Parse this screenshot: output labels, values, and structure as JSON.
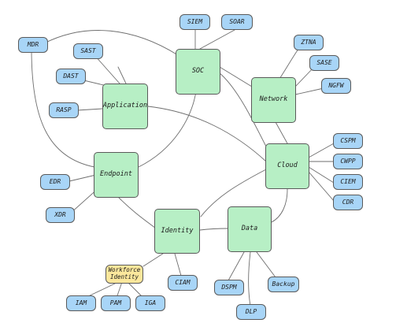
{
  "nodes": {
    "soc": "SOC",
    "application": "Application",
    "network": "Network",
    "endpoint": "Endpoint",
    "cloud": "Cloud",
    "identity": "Identity",
    "data": "Data",
    "siem": "SIEM",
    "soar": "SOAR",
    "mdr": "MDR",
    "sast": "SAST",
    "dast": "DAST",
    "rasp": "RASP",
    "ztna": "ZTNA",
    "sase": "SASE",
    "ngfw": "NGFW",
    "cspm": "CSPM",
    "cwpp": "CWPP",
    "ciem": "CIEM",
    "cdr": "CDR",
    "edr": "EDR",
    "xdr": "XDR",
    "workforce_identity": "Workforce Identity",
    "iam": "IAM",
    "pam": "PAM",
    "iga": "IGA",
    "identity_ciam": "CIAM",
    "dspm": "DSPM",
    "dlp": "DLP",
    "backup": "Backup"
  },
  "colors": {
    "major_fill": "#b7efc5",
    "minor_fill": "#a8d5f7",
    "sub_fill": "#fbe79c",
    "edge": "#6e6e6e"
  }
}
